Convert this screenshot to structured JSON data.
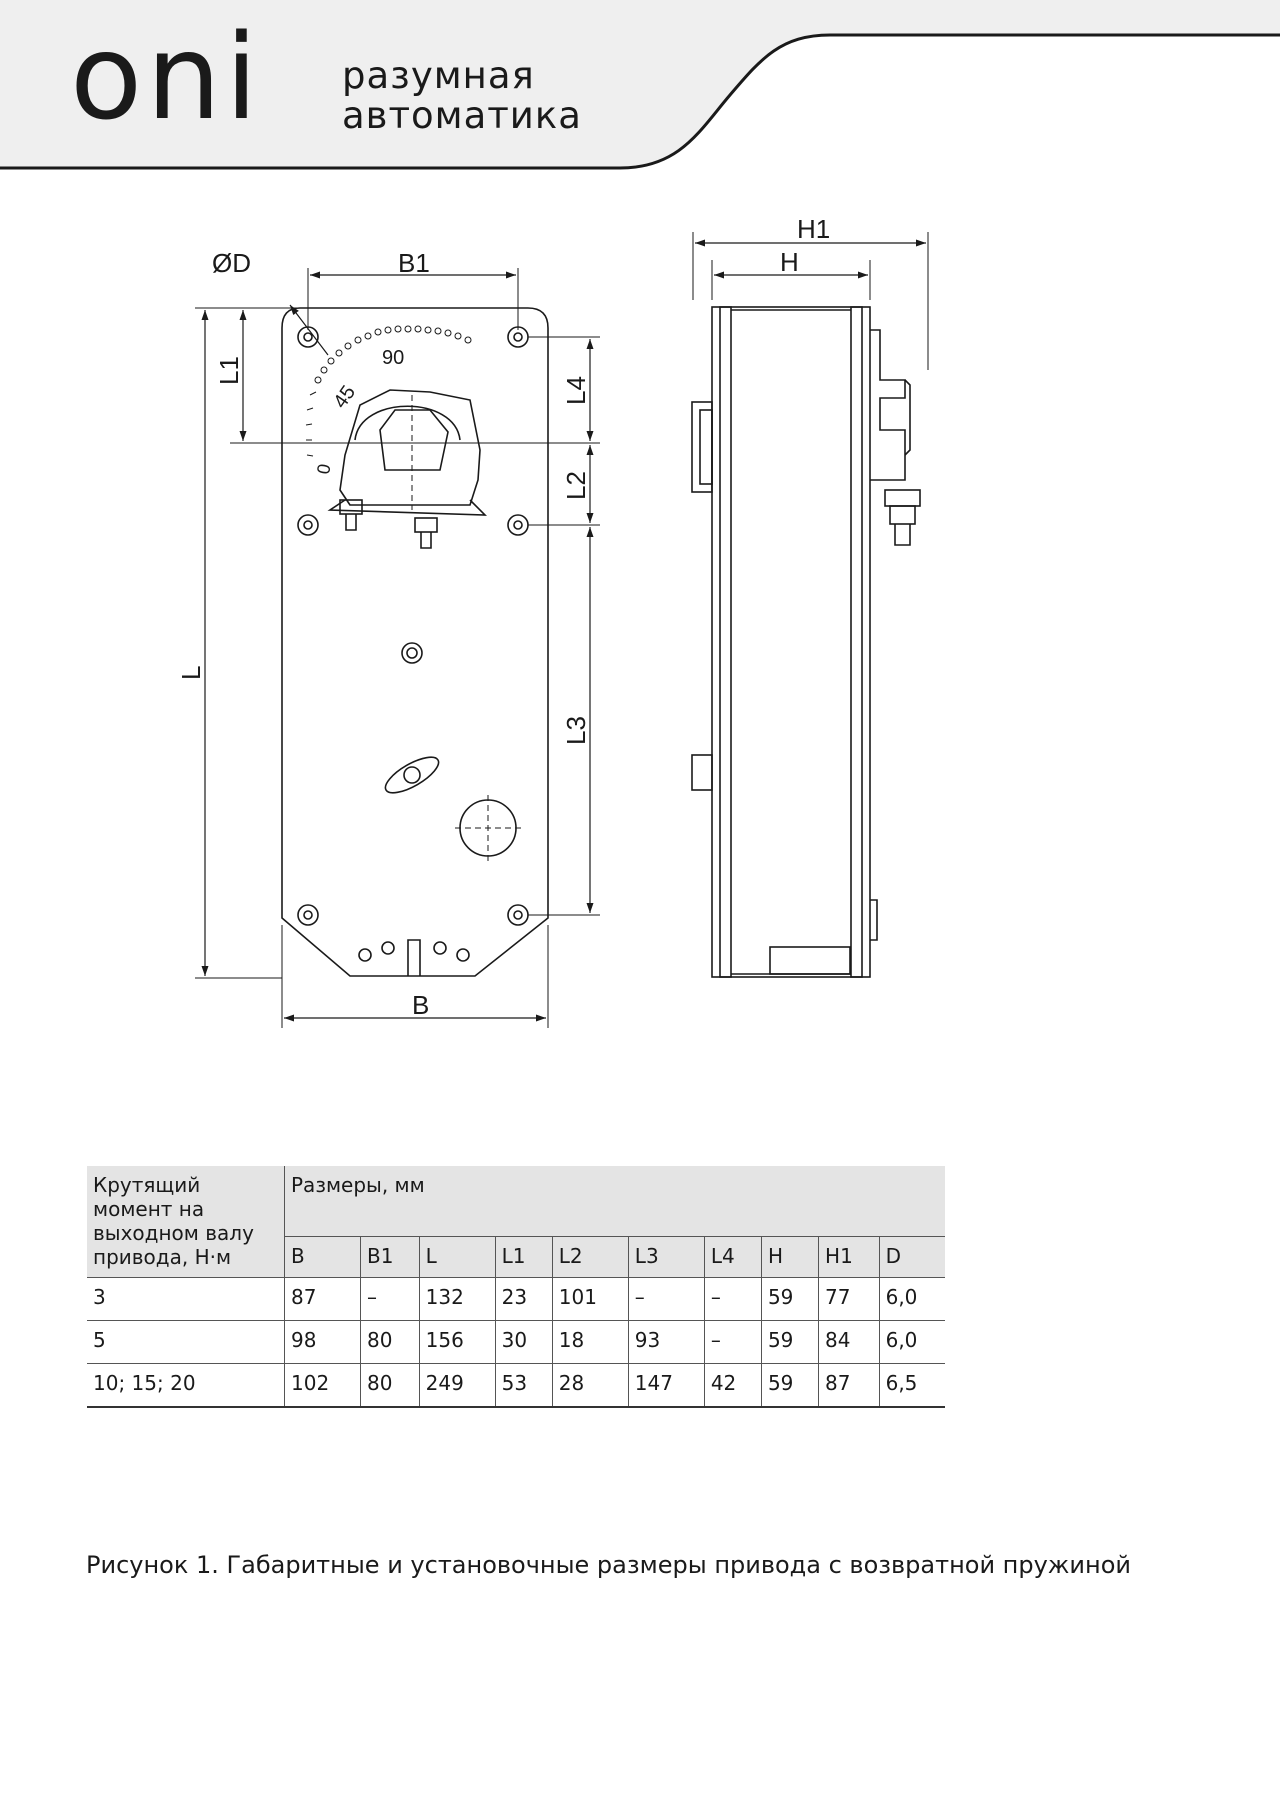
{
  "header": {
    "logo_text": "oni",
    "tagline_line1": "разумная",
    "tagline_line2": "автоматика",
    "line_color": "#1a1a1a",
    "band_color": "#ececec"
  },
  "drawing": {
    "labels": {
      "diameter": "ØD",
      "b1": "B1",
      "b": "B",
      "l": "L",
      "l1": "L1",
      "l2": "L2",
      "l3": "L3",
      "l4": "L4",
      "h": "H",
      "h1": "H1",
      "scale_0": "0",
      "scale_45": "45",
      "scale_90": "90"
    }
  },
  "table": {
    "torque_header": "Крутящий момент на выходном валу привода, Н·м",
    "dims_header": "Размеры, мм",
    "columns": [
      "B",
      "B1",
      "L",
      "L1",
      "L2",
      "L3",
      "L4",
      "H",
      "H1",
      "D"
    ],
    "rows": [
      {
        "torque": "3",
        "values": [
          "87",
          "–",
          "132",
          "23",
          "101",
          "–",
          "–",
          "59",
          "77",
          "6,0"
        ]
      },
      {
        "torque": "5",
        "values": [
          "98",
          "80",
          "156",
          "30",
          "18",
          "93",
          "–",
          "59",
          "84",
          "6,0"
        ]
      },
      {
        "torque": "10; 15; 20",
        "values": [
          "102",
          "80",
          "249",
          "53",
          "28",
          "147",
          "42",
          "59",
          "87",
          "6,5"
        ]
      }
    ]
  },
  "caption": "Рисунок 1. Габаритные и установочные размеры привода с возвратной пружиной"
}
